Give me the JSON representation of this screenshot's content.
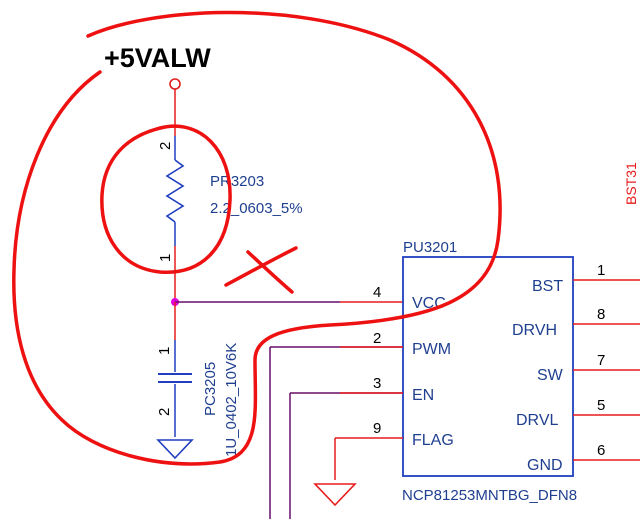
{
  "colors": {
    "wire_red": "#e81c1c",
    "wire_purple": "#6a0d6a",
    "component_blue": "#1f3fbf",
    "text_blue": "#1f3f8f",
    "annotation_red": "#ee1111",
    "junction_magenta": "#e000e0",
    "power_symbol": "#e02020"
  },
  "power_rail": {
    "label": "+5VALW"
  },
  "resistor": {
    "ref": "PR3203",
    "value": "2.2_0603_5%",
    "pin_top": "2",
    "pin_bottom": "1"
  },
  "capacitor": {
    "ref": "PC3205",
    "value": "1U_0402_10V6K",
    "pin_top": "1",
    "pin_bottom": "2"
  },
  "ic": {
    "ref": "PU3201",
    "part": "NCP81253MNTBG_DFN8",
    "left_pins": [
      {
        "num": "4",
        "name": "VCC"
      },
      {
        "num": "2",
        "name": "PWM"
      },
      {
        "num": "3",
        "name": "EN"
      },
      {
        "num": "9",
        "name": "FLAG"
      }
    ],
    "right_pins": [
      {
        "num": "1",
        "name": "BST"
      },
      {
        "num": "8",
        "name": "DRVH"
      },
      {
        "num": "7",
        "name": "SW"
      },
      {
        "num": "5",
        "name": "DRVL"
      },
      {
        "num": "6",
        "name": "GND"
      }
    ]
  },
  "edge_label": "BST31"
}
